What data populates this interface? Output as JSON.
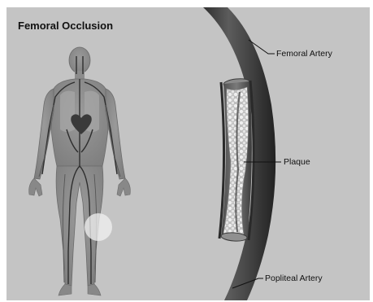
{
  "title": "Femoral Occlusion",
  "labels": {
    "femoral_artery": "Femoral Artery",
    "plaque": "Plaque",
    "popliteal_artery": "Popliteal Artery"
  },
  "colors": {
    "background": "#c4c4c4",
    "artery_dark": "#3a3a3a",
    "artery_wall": "#6f6f6f",
    "plaque": "#e2e2e2",
    "highlight": "#f2f2f2"
  }
}
